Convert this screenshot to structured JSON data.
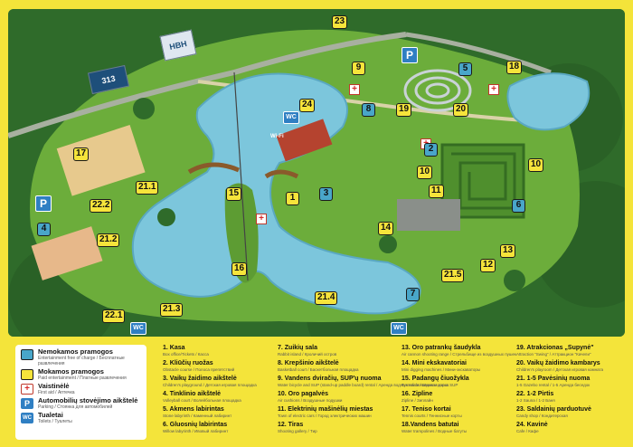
{
  "colors": {
    "frame": "#f4e43a",
    "paid_marker": "#f6e43b",
    "free_marker": "#49a6c9",
    "water": "#7cc6dc",
    "grass": "#6cad3b",
    "forest": "#2f6b2a",
    "info_blue": "#2f7fc3",
    "first_aid": "#d62828"
  },
  "signs": {
    "hbh": "HBH",
    "b13": "313"
  },
  "map_labels": {
    "wifi": "Wi-Fi"
  },
  "icons": {
    "parking": "P",
    "toilet": "WC",
    "first_aid": "+"
  },
  "markers": [
    {
      "label": "23",
      "kind": "paid"
    },
    {
      "label": "9",
      "kind": "paid"
    },
    {
      "label": "5",
      "kind": "free"
    },
    {
      "label": "18",
      "kind": "paid"
    },
    {
      "label": "24",
      "kind": "paid"
    },
    {
      "label": "8",
      "kind": "free"
    },
    {
      "label": "19",
      "kind": "paid"
    },
    {
      "label": "20",
      "kind": "paid"
    },
    {
      "label": "2",
      "kind": "free"
    },
    {
      "label": "10",
      "kind": "paid"
    },
    {
      "label": "10",
      "kind": "paid"
    },
    {
      "label": "17",
      "kind": "paid"
    },
    {
      "label": "21.1",
      "kind": "paid"
    },
    {
      "label": "15",
      "kind": "paid"
    },
    {
      "label": "1",
      "kind": "paid"
    },
    {
      "label": "3",
      "kind": "free"
    },
    {
      "label": "11",
      "kind": "paid"
    },
    {
      "label": "6",
      "kind": "free"
    },
    {
      "label": "22.2",
      "kind": "paid"
    },
    {
      "label": "4",
      "kind": "free"
    },
    {
      "label": "14",
      "kind": "paid"
    },
    {
      "label": "21.2",
      "kind": "paid"
    },
    {
      "label": "13",
      "kind": "paid"
    },
    {
      "label": "12",
      "kind": "paid"
    },
    {
      "label": "16",
      "kind": "paid"
    },
    {
      "label": "21.5",
      "kind": "paid"
    },
    {
      "label": "7",
      "kind": "free"
    },
    {
      "label": "21.4",
      "kind": "paid"
    },
    {
      "label": "21.3",
      "kind": "paid"
    },
    {
      "label": "22.1",
      "kind": "paid"
    }
  ],
  "legend": [
    {
      "icon": "free",
      "title": "Nemokamos pramogos",
      "sub": "Entertainment free of charge / Бесплатные развлечения"
    },
    {
      "icon": "paid",
      "title": "Mokamos pramogos",
      "sub": "Paid entertainment / Платные развлечения"
    },
    {
      "icon": "first-aid",
      "title": "Vaistinėlė",
      "sub": "First aid / Аптечка"
    },
    {
      "icon": "parking",
      "title": "Automobilių stovėjimo aikštelė",
      "sub": "Parking / Стоянка для автомобилей"
    },
    {
      "icon": "wc",
      "title": "Tualetai",
      "sub": "Toilets / Туалеты"
    }
  ],
  "attractions": [
    {
      "title": "1. Kasa",
      "sub": "Box office/Tickets / Касса"
    },
    {
      "title": "2. Kliūčių ruožas",
      "sub": "Obstacle course / Полоса препятствий"
    },
    {
      "title": "3. Vaikų žaidimo aikštelė",
      "sub": "Children's playground / Детская игровая площадка"
    },
    {
      "title": "4. Tinklinio aikštelė",
      "sub": "Volleyball court / Волейбольная площадка"
    },
    {
      "title": "5. Akmens labirintas",
      "sub": "Stone labyrinth / Каменный лабиринт"
    },
    {
      "title": "6. Gluosnių labirintas",
      "sub": "Willow labyrinth / Ивовый лабиринт"
    },
    {
      "title": "7. Zuikių sala",
      "sub": "Rabbit island / Кроличий остров"
    },
    {
      "title": "8. Krepšinio aikštelė",
      "sub": "Basketball court / Баскетбольная площадка"
    },
    {
      "title": "9. Vandens dviračių, SUP'ų nuoma",
      "sub": "Water bicycle and SUP (stand-up paddle board) rental / Аренда водных велосипедов и досок SUP"
    },
    {
      "title": "10. Oro pagalvės",
      "sub": "Air cushions / Воздушные подушки"
    },
    {
      "title": "11. Elektrinių mašinėlių miestas",
      "sub": "Town of electric cars / Город электрических машин"
    },
    {
      "title": "12. Tiras",
      "sub": "Shooting gallery / Тир"
    },
    {
      "title": "13. Oro patrankų šaudykla",
      "sub": "Air cannon shooting range / Стрельбище из воздушных пушек"
    },
    {
      "title": "14. Mini ekskavatoriai",
      "sub": "Mini digging machines / Мини-экскаваторы"
    },
    {
      "title": "15. Padangų čiuožykla",
      "sub": "Tyre slide / Шинная горка"
    },
    {
      "title": "16. Zipline",
      "sub": "Zipline / Зиплайн"
    },
    {
      "title": "17. Teniso kortai",
      "sub": "Tennis courts / Теннисные корты"
    },
    {
      "title": "18.Vandens batutai",
      "sub": "Water trampolines / Водные батуты"
    },
    {
      "title": "19. Atrakcionas „Supynė\"",
      "sub": "Attraction “Swing” / Аттракцион “Качели”"
    },
    {
      "title": "20. Vaikų žaidimo kambarys",
      "sub": "Children's playroom / Детская игровая комната"
    },
    {
      "title": "21. 1-5 Pavėsinių nuoma",
      "sub": "1-5 Gazebo rental / 1-5 Аренда беседок"
    },
    {
      "title": "22. 1-2 Pirtis",
      "sub": "1-2 Sauna / 1-2 Баня"
    },
    {
      "title": "23. Saldainių parduotuvė",
      "sub": "Candy shop / Кондитерская"
    },
    {
      "title": "24. Kavinė",
      "sub": "Cafe / Кафе"
    }
  ]
}
